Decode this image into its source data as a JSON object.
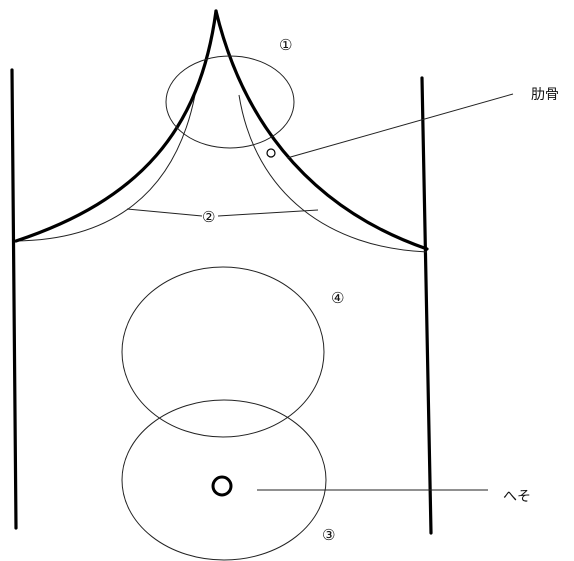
{
  "labels": {
    "region_1": "①",
    "region_2": "②",
    "region_3": "③",
    "region_4": "④",
    "rib": "肋骨",
    "navel": "へそ"
  }
}
